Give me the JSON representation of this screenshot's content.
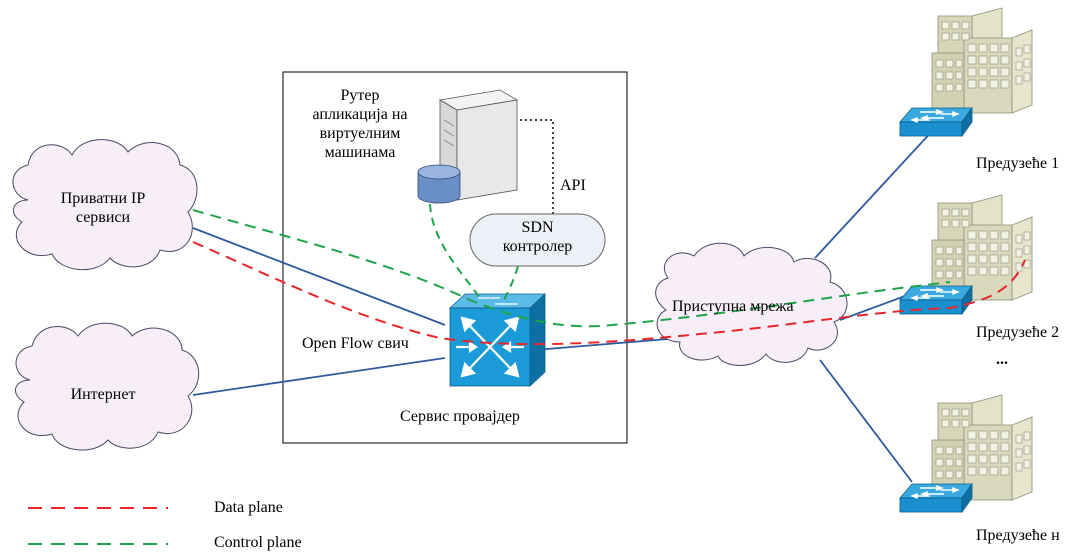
{
  "colors": {
    "data_plane": "#e8262a",
    "control_plane": "#1da34a",
    "link": "#2e5a9e",
    "switch_face": "#1a9ad6",
    "switch_side": "#0e6fa3",
    "cloud_fill": "#f7eef7"
  },
  "provider_box": {
    "title": "Сервис провајдер",
    "router_app": [
      "Рутер",
      "апликација на",
      "виртуелним",
      "машинама"
    ],
    "api": "API",
    "controller": [
      "SDN",
      "контролер"
    ],
    "switch_label": "Open Flow свич"
  },
  "clouds": {
    "private_ip": [
      "Приватни IP",
      "сервиси"
    ],
    "internet": "Интернет",
    "access_network": "Приступна мрежа"
  },
  "enterprises": [
    {
      "label": "Предузеће 1"
    },
    {
      "label": "Предузеће 2"
    },
    {
      "label": "Предузеће н"
    }
  ],
  "ellipsis": "...",
  "legend": [
    {
      "label": "Data plane",
      "color": "#e8262a"
    },
    {
      "label": "Control plane",
      "color": "#1da34a"
    }
  ],
  "icons": [
    "server-icon",
    "database-icon",
    "openflow-switch-icon",
    "workgroup-switch-icon",
    "building-icon",
    "cloud-icon"
  ]
}
